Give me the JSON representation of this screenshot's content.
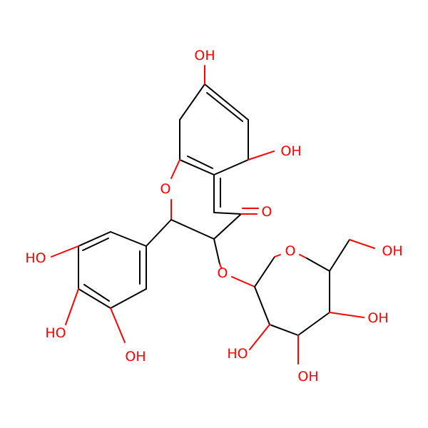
{
  "molecule": {
    "element_colors": {
      "carbon_bond": "#000000",
      "oxygen": "#ff0000"
    },
    "labels": {
      "oh_top": "OH",
      "oh_5": "OH",
      "o_ring": "O",
      "o_ketone": "O",
      "o_ether": "O",
      "o_sugar_ring": "O",
      "oh_ch2": "OH",
      "ho_gallol_top": "HO",
      "ho_gallol_mid": "HO",
      "oh_gallol_bottom": "OH",
      "ho_sugar_left": "HO",
      "oh_sugar_bottom": "OH",
      "oh_sugar_right": "OH"
    }
  }
}
